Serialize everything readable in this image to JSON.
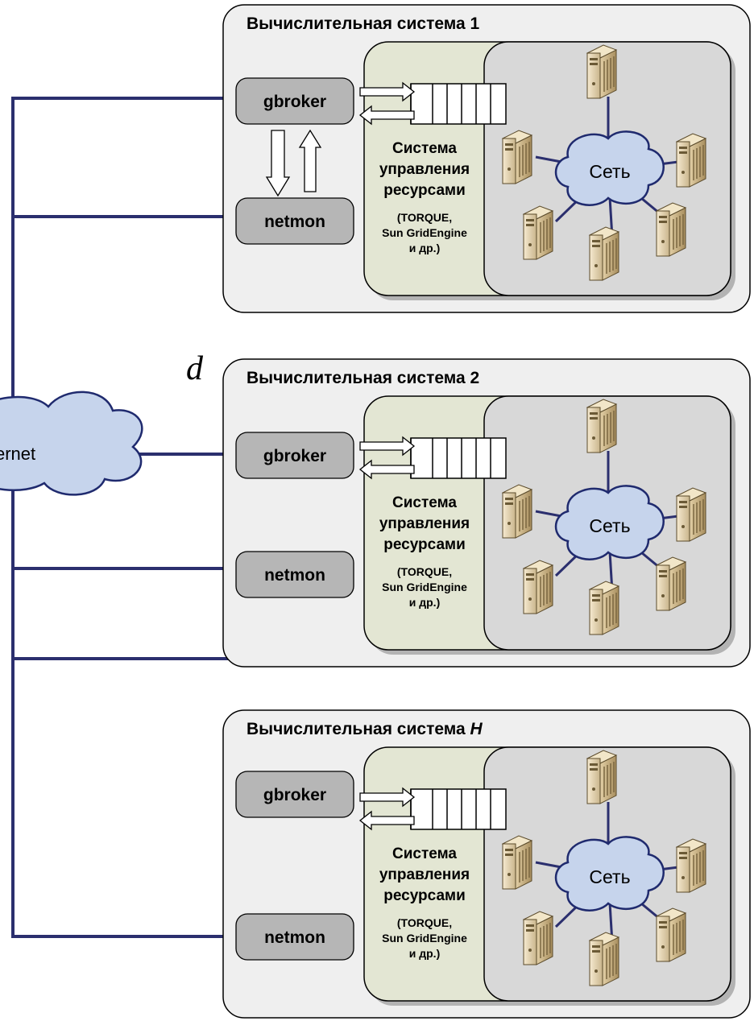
{
  "internet": {
    "label": "ernet"
  },
  "d_label": "d",
  "systems": [
    {
      "title": "Вычислительная система 1",
      "title_suffix": "",
      "gbroker": "gbroker",
      "netmon": "netmon",
      "rms": {
        "line1": "Система",
        "line2": "управления",
        "line3": "ресурсами",
        "sub1": "(TORQUE,",
        "sub2": "Sun GridEngine",
        "sub3": "и др.)"
      },
      "net_label": "Сеть",
      "internal_arrows": true
    },
    {
      "title": "Вычислительная система 2",
      "title_suffix": "",
      "gbroker": "gbroker",
      "netmon": "netmon",
      "rms": {
        "line1": "Система",
        "line2": "управления",
        "line3": "ресурсами",
        "sub1": "(TORQUE,",
        "sub2": "Sun GridEngine",
        "sub3": "и др.)"
      },
      "net_label": "Сеть",
      "internal_arrows": false
    },
    {
      "title": "Вычислительная система ",
      "title_suffix": "H",
      "gbroker": "gbroker",
      "netmon": "netmon",
      "rms": {
        "line1": "Система",
        "line2": "управления",
        "line3": "ресурсами",
        "sub1": "(TORQUE,",
        "sub2": "Sun GridEngine",
        "sub3": "и др.)"
      },
      "net_label": "Сеть",
      "internal_arrows": false
    }
  ],
  "colors": {
    "panel_bg": "#efefef",
    "panel_border": "#000000",
    "rms_bg": "#e3e6d3",
    "cluster_bg": "#d8d8d8",
    "button_bg": "#b6b6b6",
    "wire": "#2b2f6e",
    "cloud_fill": "#c6d4ec",
    "cloud_stroke": "#1f2a6e"
  }
}
